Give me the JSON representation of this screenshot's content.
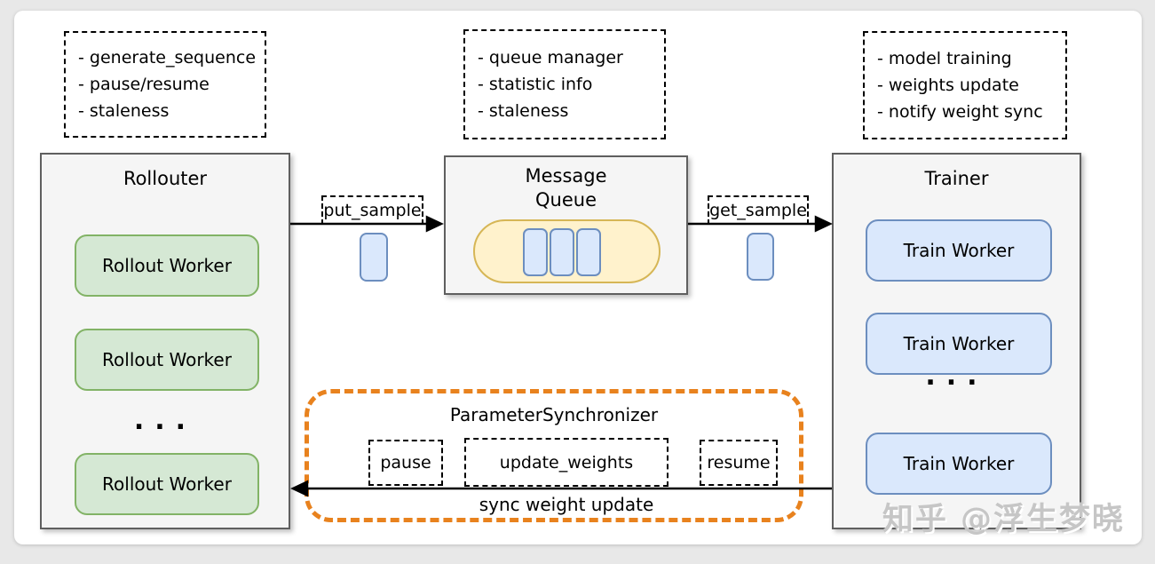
{
  "annotations": {
    "rollouter": {
      "items": [
        "- generate_sequence",
        "- pause/resume",
        "- staleness"
      ]
    },
    "queue": {
      "items": [
        "- queue manager",
        "- statistic info",
        "- staleness"
      ]
    },
    "trainer": {
      "items": [
        "- model training",
        "- weights update",
        "- notify weight sync"
      ]
    }
  },
  "rollouter": {
    "title": "Rollouter",
    "worker_label": "Rollout Worker",
    "ellipsis": "..."
  },
  "message_queue": {
    "title": "Message\nQueue"
  },
  "trainer": {
    "title": "Trainer",
    "worker_label": "Train Worker",
    "ellipsis": "..."
  },
  "arrows": {
    "put_sample_label": "put_sample",
    "get_sample_label": "get_sample",
    "sync_label": "sync weight update"
  },
  "synchronizer": {
    "title": "ParameterSynchronizer",
    "methods": [
      "pause",
      "update_weights",
      "resume"
    ]
  },
  "watermark": "知乎 @浮生梦晓",
  "colors": {
    "green_fill": "#d5e8d4",
    "green_border": "#82b366",
    "blue_fill": "#dae8fc",
    "blue_border": "#6c8ebf",
    "yellow_fill": "#fff2cc",
    "yellow_border": "#d6b656",
    "orange_dashed": "#e8821e",
    "container_fill": "#f5f5f5",
    "container_border": "#5f5f5f",
    "page_background": "#e8e8e8"
  }
}
